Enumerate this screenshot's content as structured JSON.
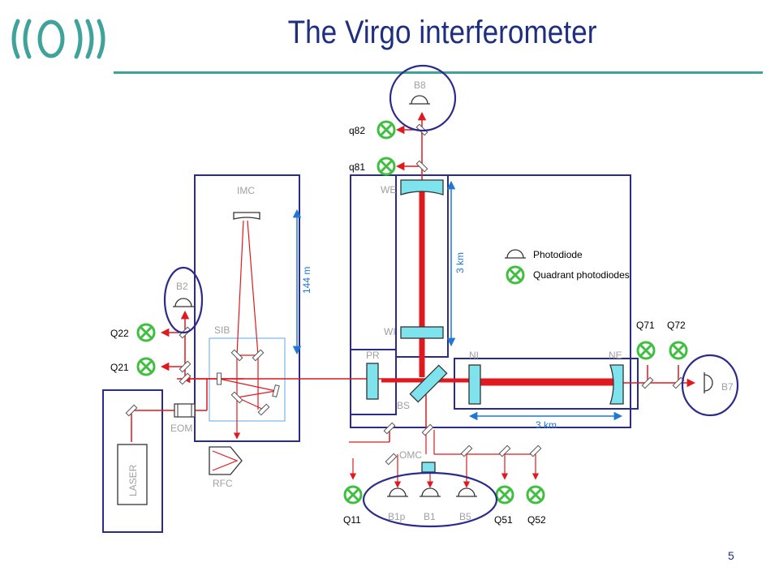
{
  "title": "The Virgo interferometer",
  "page_number": "5",
  "colors": {
    "title": "#1f2f7f",
    "rule": "#3fa39c",
    "logo": "#3fa39c",
    "beam": "#e0191f",
    "frame": "#2b2b8c",
    "optic_fill": "#7fe3ee",
    "quadrant": "#3fbf3f",
    "dimension": "#1f78d1"
  },
  "labels": {
    "imc": "IMC",
    "sib": "SIB",
    "eom": "EOM",
    "rfc": "RFC",
    "laser": "LASER",
    "pr": "PR",
    "bs": "BS",
    "ni": "NI",
    "ne": "NE",
    "we": "WE",
    "wi": "WI",
    "omc": "OMC",
    "b1p": "B1p",
    "b1": "B1",
    "b5": "B5",
    "b2": "B2",
    "b7": "B7",
    "b8": "B8",
    "q11": "Q11",
    "q21": "Q21",
    "q22": "Q22",
    "q51": "Q51",
    "q52": "Q52",
    "q71": "Q71",
    "q72": "Q72",
    "q81": "q81",
    "q82": "q82",
    "dim_144m": "144 m",
    "dim_3km_vertical": "3 km",
    "dim_3km_horizontal": "3 km"
  },
  "legend": {
    "photodiode": "Photodiode",
    "quadrant": "Quadrant photodiodes"
  }
}
